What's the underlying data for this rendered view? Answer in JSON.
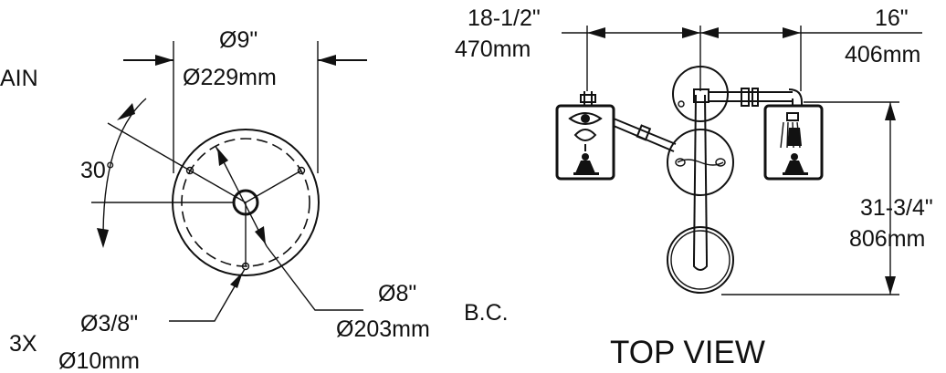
{
  "left_view": {
    "partial_label": "AIN",
    "diameter_in": "Ø9\"",
    "diameter_mm": "Ø229mm",
    "angle": "30°",
    "hole_dia_in": "Ø3/8\"",
    "hole_dia_mm": "Ø10mm",
    "hole_count": "3X",
    "bc_in": "Ø8\"",
    "bc_mm": "Ø203mm",
    "bc_label": "B.C."
  },
  "top_view": {
    "left_dim_in": "18-1/2\"",
    "left_dim_mm": "470mm",
    "right_dim_in": "16\"",
    "right_dim_mm": "406mm",
    "height_dim_in": "31-3/4\"",
    "height_dim_mm": "806mm",
    "title": "TOP VIEW"
  }
}
